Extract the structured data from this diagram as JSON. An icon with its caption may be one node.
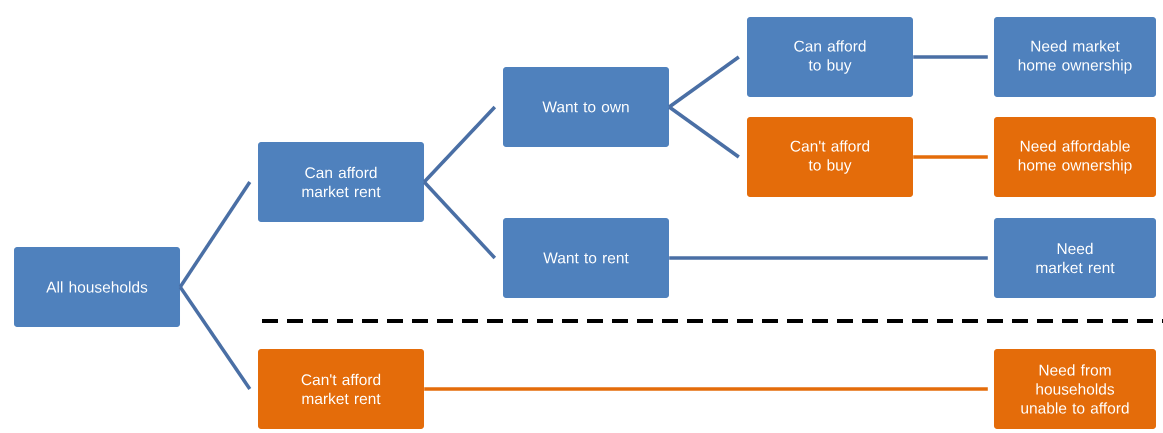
{
  "diagram": {
    "nodes": [
      {
        "text": [
          "All households"
        ]
      },
      {
        "text": [
          "Can afford market rent"
        ]
      },
      {
        "text": [
          "Can't afford market rent"
        ]
      },
      {
        "text": [
          "Want to own"
        ]
      },
      {
        "text": [
          "Want to rent"
        ]
      },
      {
        "text": [
          "Can afford to buy"
        ]
      },
      {
        "text": [
          "Can't afford to buy"
        ]
      },
      {
        "text": [
          "Need market home ownership"
        ]
      },
      {
        "text": [
          "Need affordable home ownership"
        ]
      },
      {
        "text": [
          "Need market rent"
        ]
      },
      {
        "text": [
          "Need from households unable to afford"
        ]
      }
    ],
    "edges": [
      {
        "from": 0,
        "to": 1,
        "arrow": "none"
      },
      {
        "from": 0,
        "to": 2,
        "arrow": "none"
      },
      {
        "from": 1,
        "to": 3,
        "arrow": "none"
      },
      {
        "from": 1,
        "to": 4,
        "arrow": "none"
      },
      {
        "from": 3,
        "to": 5,
        "arrow": "none"
      },
      {
        "from": 3,
        "to": 6,
        "arrow": "none"
      },
      {
        "from": 5,
        "to": 7,
        "arrow": "none"
      },
      {
        "from": 6,
        "to": 8,
        "arrow": "none",
        "color": "#e46c0a"
      },
      {
        "from": 4,
        "to": 9,
        "arrow": "none"
      },
      {
        "from": 2,
        "to": 10,
        "arrow": "none",
        "color": "#e46c0a"
      }
    ]
  }
}
